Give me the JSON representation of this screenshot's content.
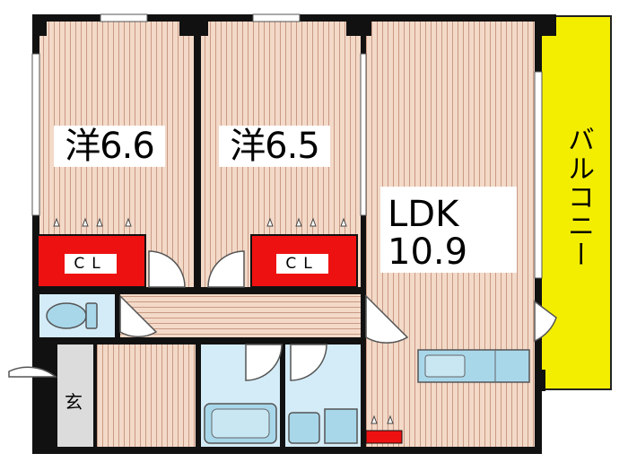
{
  "rooms": {
    "western_room_1": {
      "label": "洋6.6"
    },
    "western_room_2": {
      "label": "洋6.5"
    },
    "ldk": {
      "label_line1": "LDK",
      "label_line2": "10.9"
    },
    "closet_1": {
      "label": "CL"
    },
    "closet_2": {
      "label": "CL"
    },
    "balcony": {
      "label": "バルコニー"
    },
    "entrance": {
      "label": "玄"
    }
  },
  "colors": {
    "floor_wood": "#f3d9c8",
    "wall": "#111111",
    "closet": "#ee1111",
    "balcony": "#f3ee00",
    "wet_area": "#d4ecf7",
    "fixture": "#a8d7ea",
    "entrance_floor": "#dcdcdc"
  }
}
